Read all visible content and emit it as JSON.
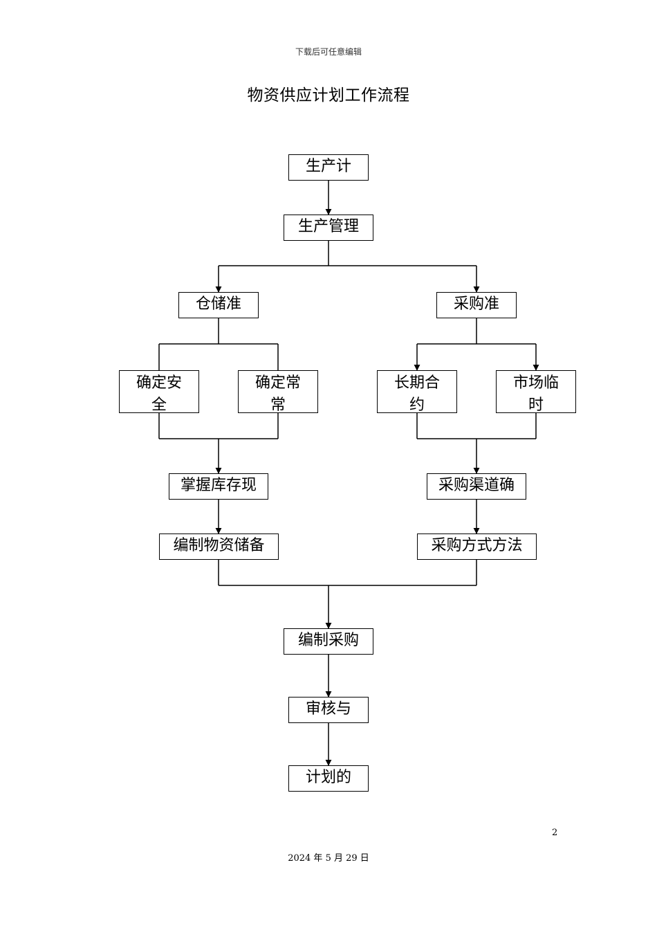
{
  "header": {
    "note": "下载后可任意编辑"
  },
  "title": "物资供应计划工作流程",
  "nodes": {
    "production_plan": "生产计",
    "production_mgmt": "生产管理",
    "storage_std": "仓储准",
    "purchase_std": "采购准",
    "safety_stock": "确定安全",
    "normal_stock": "确定常常",
    "long_contract": "长期合约",
    "market_temp": "市场临时",
    "inventory": "掌握库存现",
    "channel": "采购渠道确",
    "reserve_plan": "编制物资储备",
    "method": "采购方式方法",
    "compile_purchase": "编制采购",
    "review": "审核与",
    "plan_final": "计划的"
  },
  "footer": {
    "page": "2",
    "date": "2024 年 5 月 29 日"
  }
}
